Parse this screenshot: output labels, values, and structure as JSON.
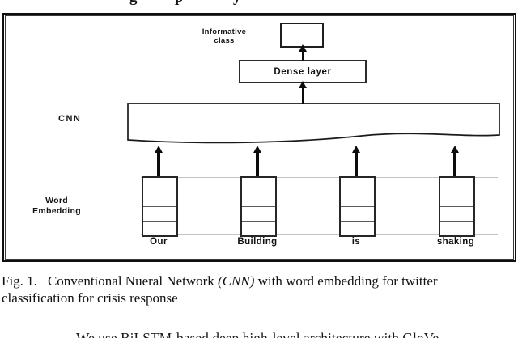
{
  "page": {
    "top_clipped_fragments": [
      "g",
      "p",
      "y"
    ],
    "bottom_clipped_line": "We use BiLSTM-based deep high-level architecture with GloVe"
  },
  "figure": {
    "output_class_label": {
      "line1": "Informative",
      "line2": "class"
    },
    "dense_layer_label": "Dense layer",
    "cnn_label": "CNN",
    "word_embedding_label": {
      "line1": "Word",
      "line2": "Embedding"
    },
    "words": [
      "Our",
      "Building",
      "is",
      "shaking"
    ],
    "cells_per_word_vector": 4
  },
  "caption": {
    "figure_number": "Fig. 1.",
    "line1_regular": "Conventional Nueral Network ",
    "line1_italic": "(CNN)",
    "line1_after": " with word embedding for twitter",
    "line2": "classification for crisis response"
  },
  "colors": {
    "ink": "#111111",
    "divider_gray": "#5a5a5a",
    "faint_line": "#c4c4c4",
    "background": "#ffffff"
  }
}
